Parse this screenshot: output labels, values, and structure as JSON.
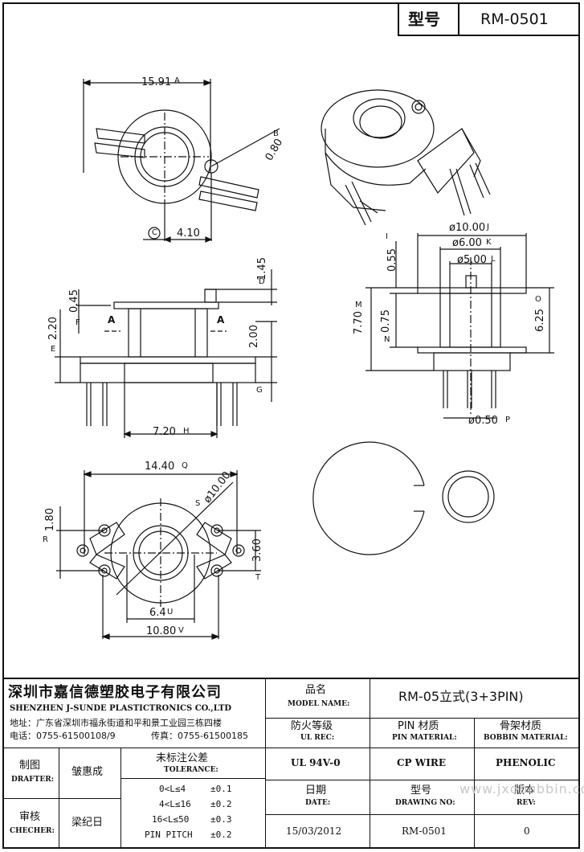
{
  "header": {
    "model_label": "型号",
    "model_value": "RM-0501"
  },
  "dimensions": {
    "A": "15.91",
    "B": "0.80",
    "C": "4.10",
    "D": "1.45",
    "F": "0.45",
    "E": "2.20",
    "G": "2.00",
    "H": "7.20",
    "section_left": "A",
    "section_right": "A",
    "I": "0.55",
    "J": "ø10.00",
    "K": "ø6.00",
    "L": "ø5.00",
    "M": "7.70",
    "N": "0.75",
    "O": "6.25",
    "P": "ø0.50",
    "Q": "14.40",
    "S": "ø10.00",
    "R": "1.80",
    "T": "3.60",
    "U": "6.4",
    "V": "10.80",
    "labels": {
      "A": "A",
      "B": "B",
      "C": "C",
      "D": "D",
      "E": "E",
      "F": "F",
      "G": "G",
      "H": "H",
      "I": "I",
      "J": "J",
      "K": "K",
      "L": "L",
      "M": "M",
      "N": "N",
      "O": "O",
      "P": "P",
      "Q": "Q",
      "R": "R",
      "S": "S",
      "T": "T",
      "U": "U",
      "V": "V"
    }
  },
  "title_block": {
    "company_cn": "深圳市嘉信德塑胶电子有限公司",
    "company_en": "SHENZHEN J-SUNDE PLASTICTRONICS CO.,LTD",
    "address": "地址：广东省深圳市福永街道和平和景工业园三栋四楼",
    "tel": "电话：0755-61500108/9",
    "fax": "传真：0755-61500185",
    "model_name_cn": "品名",
    "model_name_en": "MODEL NAME:",
    "model_name_value": "RM-05立式(3+3PIN)",
    "ul_rec_cn": "防火等级",
    "ul_rec_en": "UL REC:",
    "ul_rec_value": "UL 94V-0",
    "pin_material_cn": "PIN 材质",
    "pin_material_en": "PIN MATERIAL:",
    "pin_material_value": "CP WIRE",
    "bobbin_material_cn": "骨架材质",
    "bobbin_material_en": "BOBBIN MATERIAL:",
    "bobbin_material_value": "PHENOLIC",
    "drafter_cn": "制图",
    "drafter_en": "DRAFTER:",
    "drafter_value": "皱惠成",
    "checker_cn": "审核",
    "checker_en": "CHECHER:",
    "checker_value": "梁纪日",
    "tolerance_cn": "未标注公差",
    "tolerance_en": "TOLERANCE:",
    "tolerance_rows": [
      {
        "range": "0<L≤4",
        "value": "±0.1"
      },
      {
        "range": "4<L≤16",
        "value": "±0.2"
      },
      {
        "range": "16<L≤50",
        "value": "±0.3"
      },
      {
        "range": "PIN PITCH",
        "value": "±0.2"
      }
    ],
    "date_cn": "日期",
    "date_en": "DATE:",
    "date_value": "15/03/2012",
    "drawing_no_cn": "型号",
    "drawing_no_en": "DRAWING NO:",
    "drawing_no_value": "RM-0501",
    "rev_cn": "版本",
    "rev_en": "REV:",
    "rev_value": "0"
  },
  "watermark": "www.jxdbobbin.com"
}
